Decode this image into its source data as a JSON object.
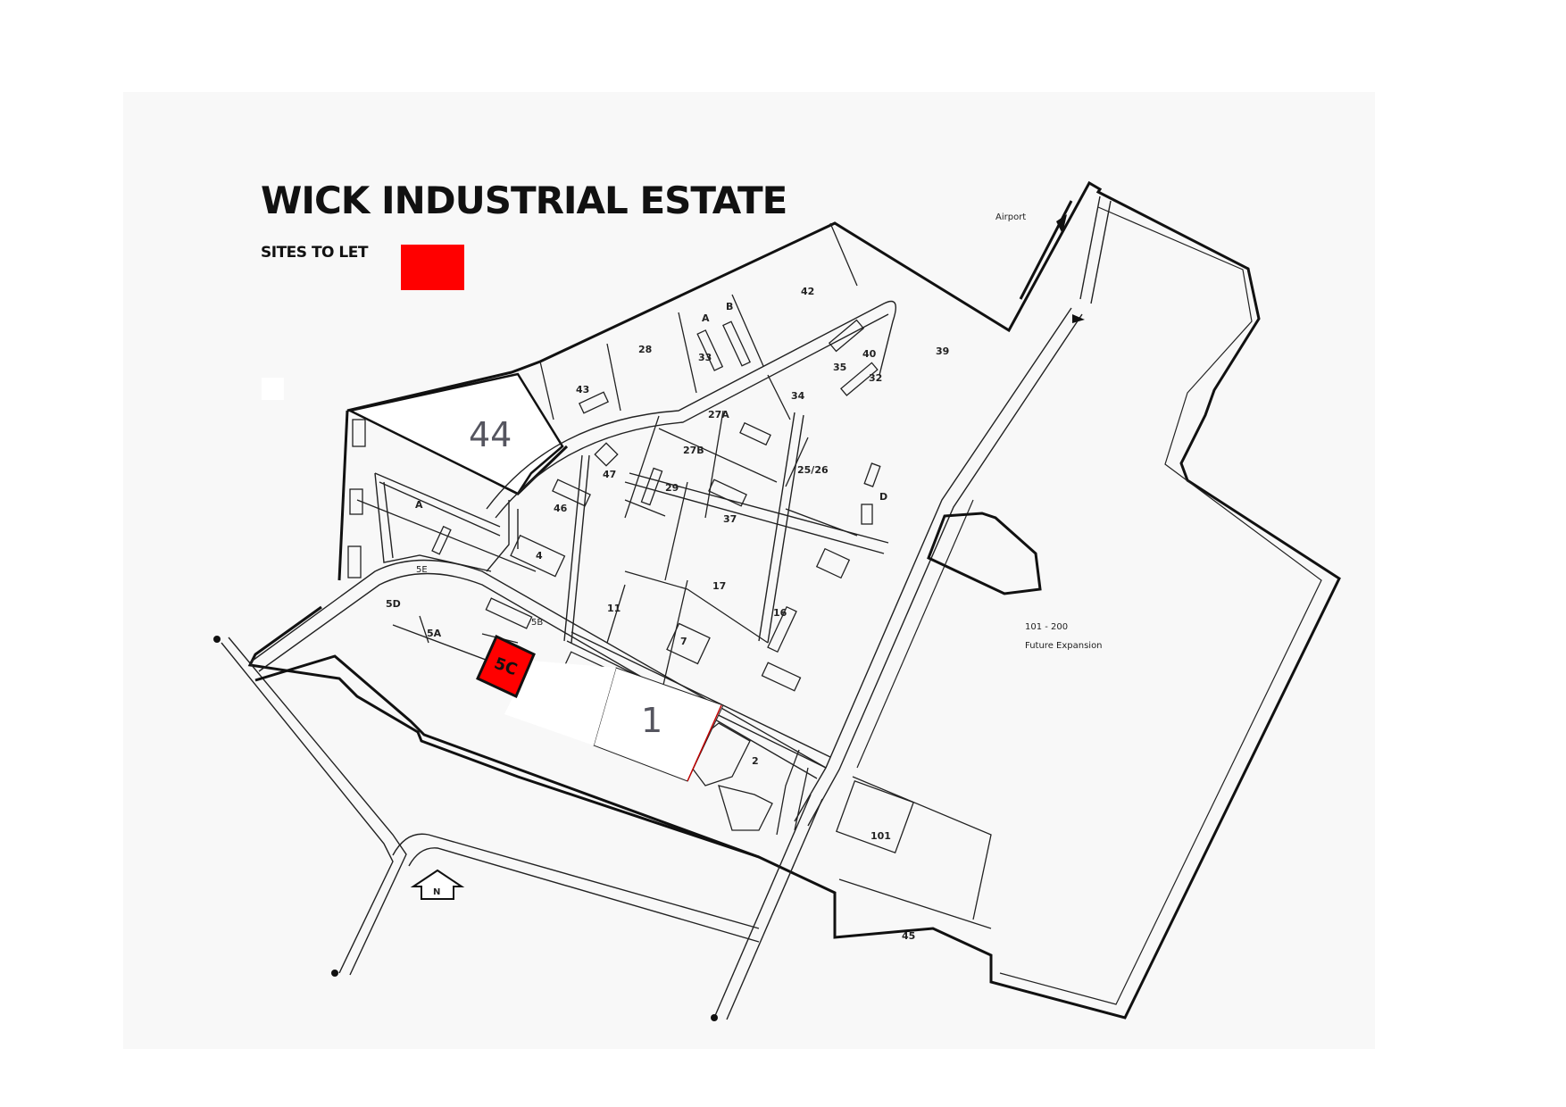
{
  "map": {
    "title": "WICK INDUSTRIAL ESTATE",
    "legend": {
      "label": "SITES TO LET",
      "swatch_color": "#ff0000"
    },
    "highlight_color": "#ff0000",
    "plots": {
      "p44": "44",
      "p43": "43",
      "p28": "28",
      "p33": "33",
      "p33a": "A",
      "p33b": "B",
      "p42": "42",
      "p39": "39",
      "p35": "35",
      "p40": "40",
      "p32": "32",
      "p34": "34",
      "p27a": "27A",
      "p27b": "27B",
      "p2526": "25/26",
      "p47": "47",
      "p46": "46",
      "p29": "29",
      "p37": "37",
      "pD": "D",
      "pA": "A",
      "p4": "4",
      "p17": "17",
      "p11": "11",
      "p16": "16",
      "p7": "7",
      "p5e": "5E",
      "p5d": "5D",
      "p5a": "5A",
      "p5b": "5B",
      "p5c": "5C",
      "p1": "1",
      "p2": "2",
      "p101": "101",
      "p45": "45"
    },
    "future": {
      "range": "101 - 200",
      "label": "Future Expansion"
    },
    "airport_label": "Airport",
    "north_label": "N"
  }
}
